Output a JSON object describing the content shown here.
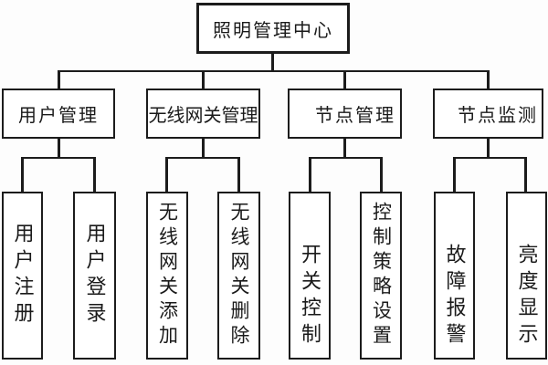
{
  "diagram": {
    "type": "tree",
    "root": {
      "label": "照明管理中心"
    },
    "groups": [
      {
        "label": "用户管理",
        "children": [
          {
            "label": "用户注册"
          },
          {
            "label": "用户登录"
          }
        ]
      },
      {
        "label": "无线网关管理",
        "children": [
          {
            "label": "无线网关添加"
          },
          {
            "label": "无线网关删除"
          }
        ]
      },
      {
        "label": "节点管理",
        "children": [
          {
            "label": "开关控制"
          },
          {
            "label": "控制策略设置"
          }
        ]
      },
      {
        "label": "节点监测",
        "children": [
          {
            "label": "故障报警"
          },
          {
            "label": "亮度显示"
          }
        ]
      }
    ],
    "colors": {
      "line": "#1c1c1c",
      "background": "#ffffff",
      "text": "#1a1a1a"
    }
  }
}
